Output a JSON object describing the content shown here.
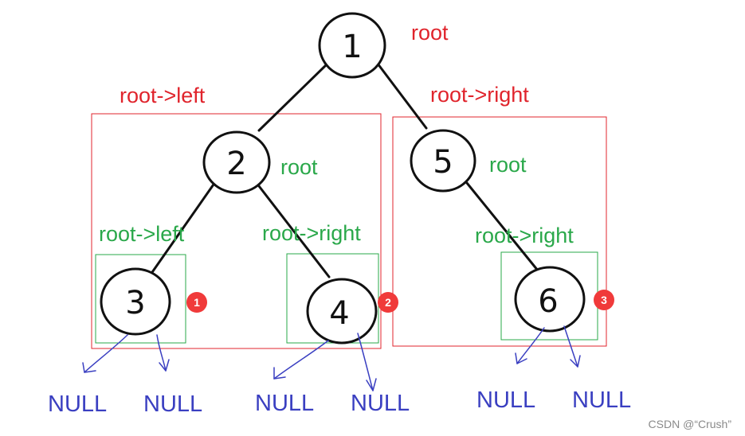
{
  "colors": {
    "red": "#e0242c",
    "green": "#2aa84a",
    "blue": "#3a3fc1",
    "badge": "#f03a3a",
    "stroke": "#111111"
  },
  "nodes": {
    "n1": "1",
    "n2": "2",
    "n3": "3",
    "n4": "4",
    "n5": "5",
    "n6": "6"
  },
  "labels": {
    "root_top": "root",
    "root_left": "root->left",
    "root_right": "root->right",
    "root_2": "root",
    "root_5": "root",
    "left_2": "root->left",
    "right_2": "root->right",
    "right_5": "root->right"
  },
  "badges": {
    "b1": "1",
    "b2": "2",
    "b3": "3"
  },
  "null_label": "NULL",
  "watermark": "CSDN @“Crush”"
}
